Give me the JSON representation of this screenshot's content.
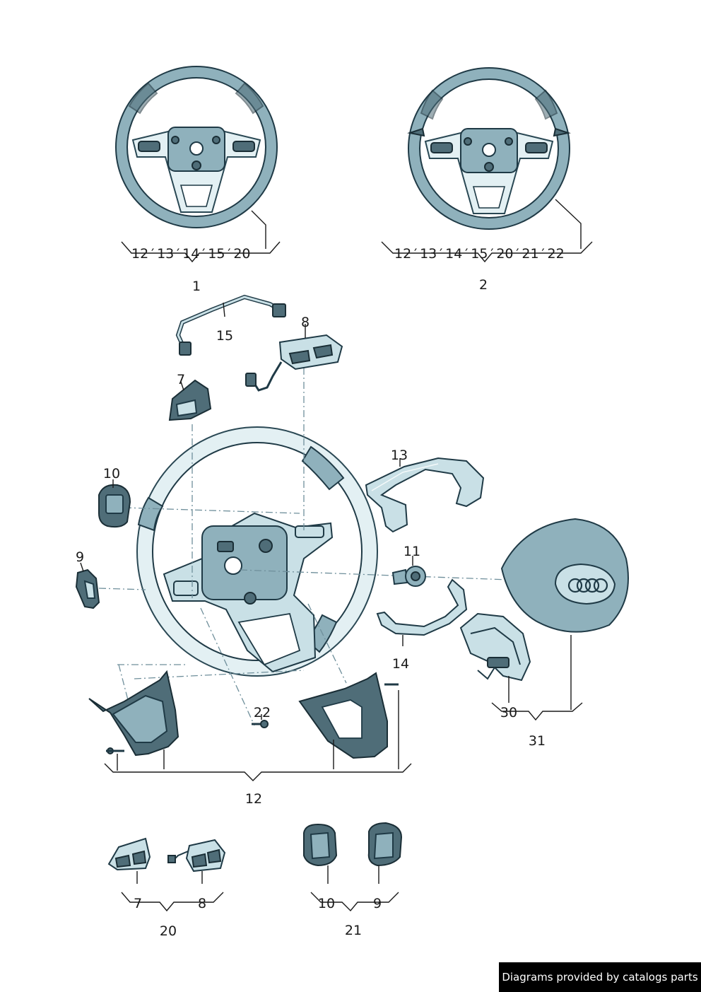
{
  "callouts": {
    "wheel1_list": "12 ′ 13 ′ 14 ′ 15 ′ 20",
    "wheel2_list": "12 ′ 13 ′ 14 ′ 15 ′ 20 ′ 21 ′ 22",
    "p1": "1",
    "p2": "2",
    "p15": "15",
    "p8": "8",
    "p7": "7",
    "p10": "10",
    "p9": "9",
    "p13": "13",
    "p11": "11",
    "p14": "14",
    "p22": "22",
    "p30": "30",
    "p31": "31",
    "p12": "12",
    "g20_7": "7",
    "g20_8": "8",
    "p20": "20",
    "g21_10": "10",
    "g21_9": "9",
    "p21": "21"
  },
  "footer": {
    "credit": "Diagrams provided by catalogs parts"
  },
  "colors": {
    "part_fill": "#c9e0e6",
    "part_outline": "#1f3a46",
    "part_dark": "#4f6d78",
    "credit_bg": "#000000"
  }
}
